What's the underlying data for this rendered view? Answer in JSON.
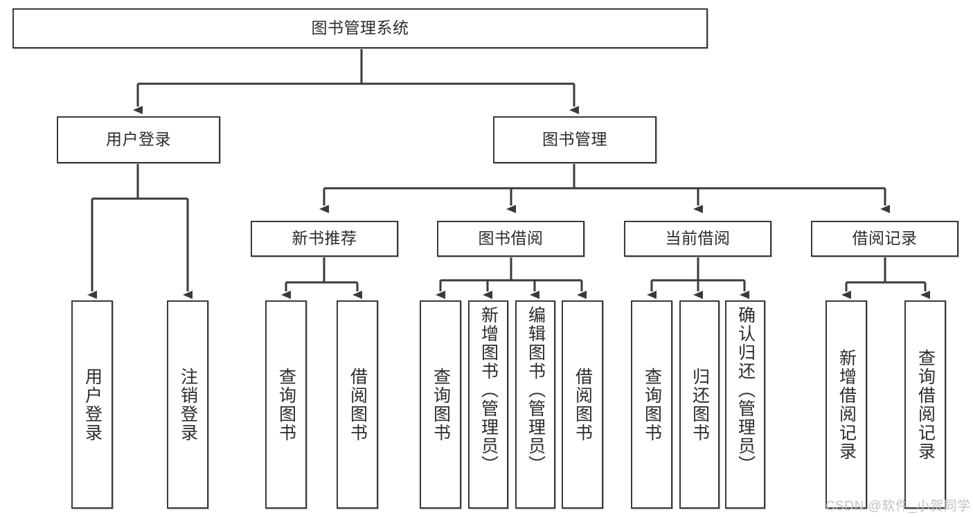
{
  "diagram": {
    "title": "图书管理系统",
    "type": "hierarchy-tree",
    "watermark": "CSDN @软件_小贺同学",
    "colors": {
      "box_border": "#3a3a3a",
      "box_fill": "#ffffff",
      "edge": "#3a3a3a",
      "text": "#2b2b2b",
      "watermark": "#c2c2c2"
    },
    "nodes": {
      "root": {
        "label": "图书管理系统"
      },
      "level2": [
        {
          "label": "用户登录"
        },
        {
          "label": "图书管理"
        }
      ],
      "level3": [
        {
          "label": "新书推荐"
        },
        {
          "label": "图书借阅"
        },
        {
          "label": "当前借阅"
        },
        {
          "label": "借阅记录"
        }
      ],
      "leaves": {
        "user_login": [
          {
            "label": "用户登录"
          },
          {
            "label": "注销登录"
          }
        ],
        "new_book_recommend": [
          {
            "label": "查询图书"
          },
          {
            "label": "借阅图书"
          }
        ],
        "book_borrow": [
          {
            "label": "查询图书"
          },
          {
            "label": "新增图书（管理员）"
          },
          {
            "label": "编辑图书（管理员）"
          },
          {
            "label": "借阅图书"
          }
        ],
        "current_borrow": [
          {
            "label": "查询图书"
          },
          {
            "label": "归还图书"
          },
          {
            "label": "确认归还（管理员）"
          }
        ],
        "borrow_record": [
          {
            "label": "新增借阅记录"
          },
          {
            "label": "查询借阅记录"
          }
        ]
      }
    }
  }
}
